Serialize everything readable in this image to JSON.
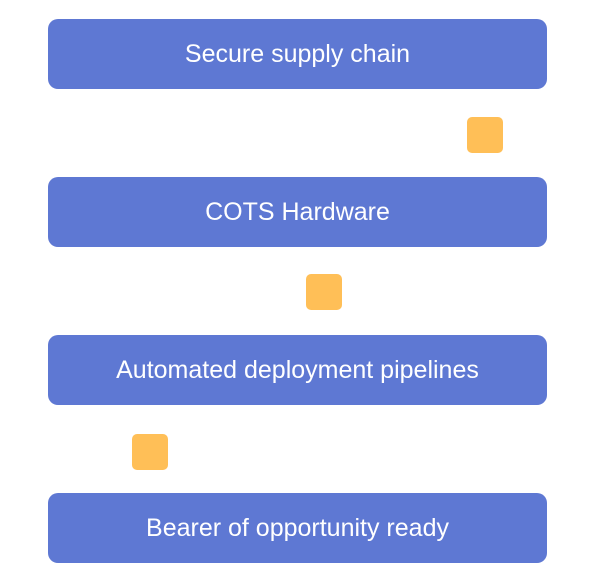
{
  "steps": [
    {
      "label": "Secure supply chain"
    },
    {
      "label": "COTS Hardware"
    },
    {
      "label": "Automated deployment pipelines"
    },
    {
      "label": "Bearer of opportunity ready"
    }
  ],
  "colors": {
    "box": "#5e78d3",
    "connector": "#ffbf57",
    "text": "#ffffff"
  }
}
